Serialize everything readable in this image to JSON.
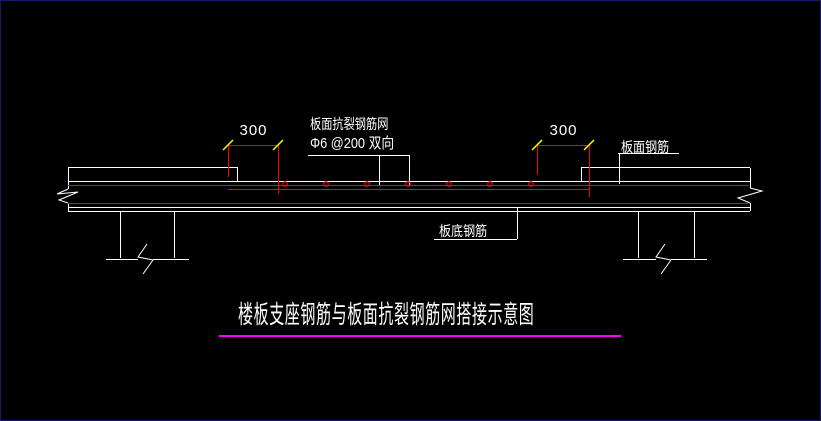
{
  "drawing": {
    "title": "楼板支座钢筋与板面抗裂钢筋网搭接示意图",
    "labels": {
      "mesh_line1": "板面抗裂钢筋网",
      "mesh_line2": "Φ6 @200 双向",
      "top_rebar": "板面钢筋",
      "bottom_rebar": "板底钢筋"
    },
    "dimensions": {
      "left_lap": "300",
      "right_lap": "300"
    },
    "colors": {
      "background": "#000000",
      "outline": "#ffffff",
      "rebar": "#fb0000",
      "dim_tick": "#ffff00",
      "title_underline": "#ff00ff"
    }
  }
}
